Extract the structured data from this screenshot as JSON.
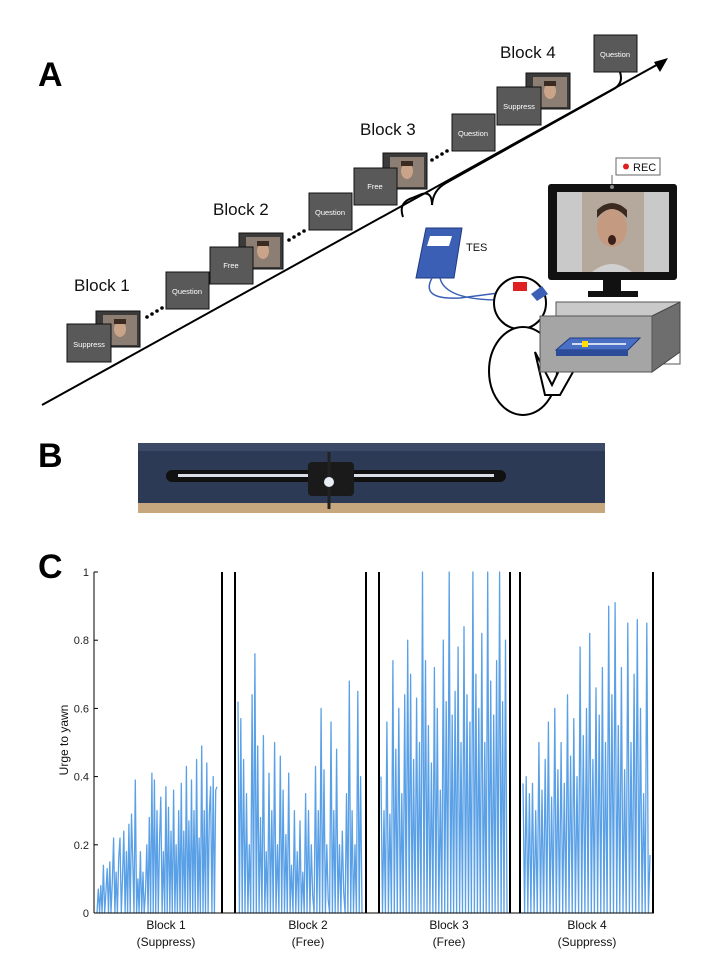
{
  "panel_a": {
    "letter": "A",
    "blocks": [
      {
        "title": "Block 1",
        "first_card": "Suppress",
        "second_card": "Question"
      },
      {
        "title": "Block 2",
        "first_card": "Free",
        "second_card": "Question"
      },
      {
        "title": "Block 3",
        "first_card": "Free",
        "second_card": "Question"
      },
      {
        "title": "Block 4",
        "first_card": "Suppress",
        "second_card": "Question"
      }
    ],
    "tes_label": "TES",
    "rec_label": "REC",
    "colors": {
      "device_blue": "#3a5fb5",
      "electrode_red": "#e02020",
      "rec_dot": "#e02020",
      "slider_yellow": "#ffe000",
      "card_gray": "#595959"
    }
  },
  "panel_b": {
    "letter": "B"
  },
  "panel_c": {
    "letter": "C",
    "chart_data": {
      "type": "line",
      "ylabel": "Urge to yawn",
      "ylim": [
        0,
        1
      ],
      "yticks": [
        "0",
        "0.2",
        "0.4",
        "0.6",
        "0.8",
        "1"
      ],
      "color": "#5aa0e6",
      "series": [
        {
          "label": "Block 1",
          "sublabel": "(Suppress)",
          "values": [
            0,
            0.07,
            0.0,
            0.08,
            0.0,
            0.14,
            0.0,
            0.06,
            0.13,
            0.0,
            0.15,
            0.0,
            0.09,
            0.22,
            0.0,
            0.12,
            0.0,
            0.16,
            0.22,
            0.0,
            0.1,
            0.24,
            0.0,
            0.18,
            0.0,
            0.26,
            0.0,
            0.29,
            0.16,
            0.0,
            0.39,
            0.0,
            0.1,
            0.0,
            0.18,
            0.0,
            0.12,
            0.0,
            0.06,
            0.2,
            0.0,
            0.28,
            0.0,
            0.41,
            0.0,
            0.39,
            0.0,
            0.3,
            0.0,
            0.22,
            0.34,
            0.0,
            0.18,
            0.0,
            0.37,
            0.0,
            0.31,
            0.0,
            0.24,
            0.0,
            0.36,
            0.0,
            0.2,
            0.0,
            0.3,
            0.0,
            0.38,
            0.0,
            0.24,
            0.0,
            0.43,
            0.0,
            0.27,
            0.0,
            0.39,
            0.0,
            0.3,
            0.0,
            0.45,
            0.0,
            0.22,
            0.0,
            0.49,
            0.0,
            0.3,
            0.0,
            0.44,
            0.0,
            0.29,
            0.37,
            0.0,
            0.4,
            0.0,
            0.36,
            0.37
          ]
        },
        {
          "label": "Block 2",
          "sublabel": "(Free)",
          "values": [
            0.62,
            0.0,
            0.57,
            0.0,
            0.45,
            0.0,
            0.35,
            0.0,
            0.2,
            0.0,
            0.64,
            0.0,
            0.76,
            0.0,
            0.49,
            0.0,
            0.28,
            0.0,
            0.52,
            0.0,
            0.18,
            0.0,
            0.41,
            0.0,
            0.3,
            0.0,
            0.5,
            0.0,
            0.2,
            0.0,
            0.46,
            0.0,
            0.36,
            0.0,
            0.23,
            0.0,
            0.41,
            0.0,
            0.14,
            0.0,
            0.3,
            0.0,
            0.18,
            0.0,
            0.27,
            0.0,
            0.12,
            0.0,
            0.35,
            0.0,
            0.3,
            0.0,
            0.2,
            0.05,
            0.0,
            0.43,
            0.0,
            0.3,
            0.0,
            0.6,
            0.0,
            0.42,
            0.0,
            0.2,
            0.04,
            0.0,
            0.56,
            0.0,
            0.3,
            0.0,
            0.48,
            0.0,
            0.2,
            0.0,
            0.24,
            0.06,
            0.0,
            0.35,
            0.0,
            0.68,
            0.0,
            0.3,
            0.0,
            0.2,
            0.0,
            0.65,
            0.0,
            0.4,
            0.0
          ]
        },
        {
          "label": "Block 3",
          "sublabel": "(Free)",
          "values": [
            0.4,
            0.0,
            0.3,
            0.0,
            0.56,
            0.0,
            0.29,
            0.0,
            0.74,
            0.0,
            0.48,
            0.0,
            0.6,
            0.0,
            0.35,
            0.0,
            0.64,
            0.0,
            0.8,
            0.0,
            0.7,
            0.0,
            0.45,
            0.0,
            0.63,
            0.0,
            0.5,
            0.0,
            1.0,
            0.0,
            0.74,
            0.0,
            0.55,
            0.0,
            0.44,
            0.0,
            0.72,
            0.0,
            0.6,
            0.0,
            0.36,
            0.0,
            0.8,
            0.0,
            0.62,
            0.0,
            1.0,
            0.0,
            0.58,
            0.0,
            0.65,
            0.0,
            0.78,
            0.0,
            0.5,
            0.0,
            0.84,
            0.0,
            0.64,
            0.0,
            0.56,
            0.0,
            1.0,
            0.0,
            0.7,
            0.0,
            0.6,
            0.0,
            0.82,
            0.0,
            0.5,
            0.0,
            1.0,
            0.0,
            0.68,
            0.0,
            0.58,
            0.0,
            0.74,
            0.0,
            1.0,
            0.0,
            0.62,
            0.0,
            0.8,
            0.0
          ]
        },
        {
          "label": "Block 4",
          "sublabel": "(Suppress)",
          "values": [
            0.38,
            0.0,
            0.4,
            0.0,
            0.35,
            0.0,
            0.38,
            0.0,
            0.3,
            0.0,
            0.5,
            0.0,
            0.36,
            0.0,
            0.45,
            0.0,
            0.56,
            0.0,
            0.34,
            0.0,
            0.6,
            0.0,
            0.42,
            0.0,
            0.5,
            0.0,
            0.38,
            0.0,
            0.64,
            0.0,
            0.46,
            0.0,
            0.57,
            0.0,
            0.4,
            0.0,
            0.78,
            0.0,
            0.52,
            0.0,
            0.6,
            0.0,
            0.82,
            0.0,
            0.45,
            0.0,
            0.66,
            0.0,
            0.58,
            0.0,
            0.72,
            0.0,
            0.5,
            0.0,
            0.9,
            0.0,
            0.64,
            0.0,
            0.91,
            0.0,
            0.55,
            0.0,
            0.72,
            0.0,
            0.42,
            0.0,
            0.85,
            0.0,
            0.5,
            0.0,
            0.7,
            0.0,
            0.86,
            0.0,
            0.6,
            0.0,
            0.35,
            0.0,
            0.85,
            0.0,
            0.17
          ]
        }
      ]
    }
  }
}
